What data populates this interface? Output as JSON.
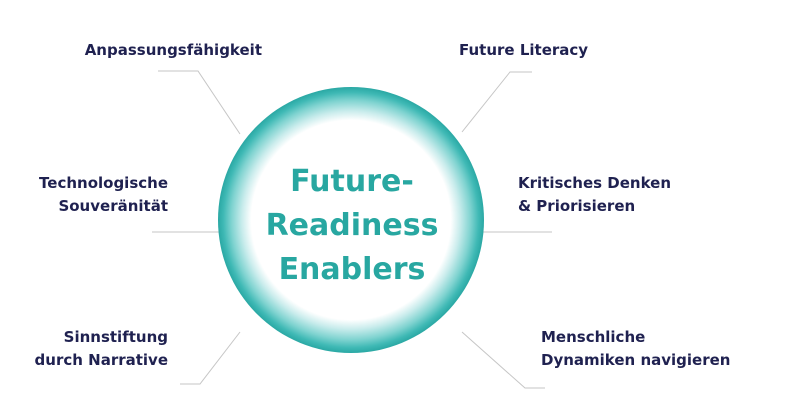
{
  "diagram": {
    "center_title": [
      "Future-",
      "Readiness",
      "Enablers"
    ],
    "labels": {
      "top_left": [
        "Anpassungsfähigkeit"
      ],
      "middle_left": [
        "Technologische",
        "Souveränität"
      ],
      "bottom_left": [
        "Sinnstiftung",
        "durch Narrative"
      ],
      "top_right": [
        "Future Literacy"
      ],
      "middle_right": [
        "Kritisches Denken",
        "& Priorisieren"
      ],
      "bottom_right": [
        "Menschliche",
        "Dynamiken navigieren"
      ]
    },
    "colors": {
      "accent": "#28a7a1",
      "ring_outer": "#2aa8a4",
      "label_text": "#1f2150",
      "connector": "#c6c6c6"
    }
  }
}
